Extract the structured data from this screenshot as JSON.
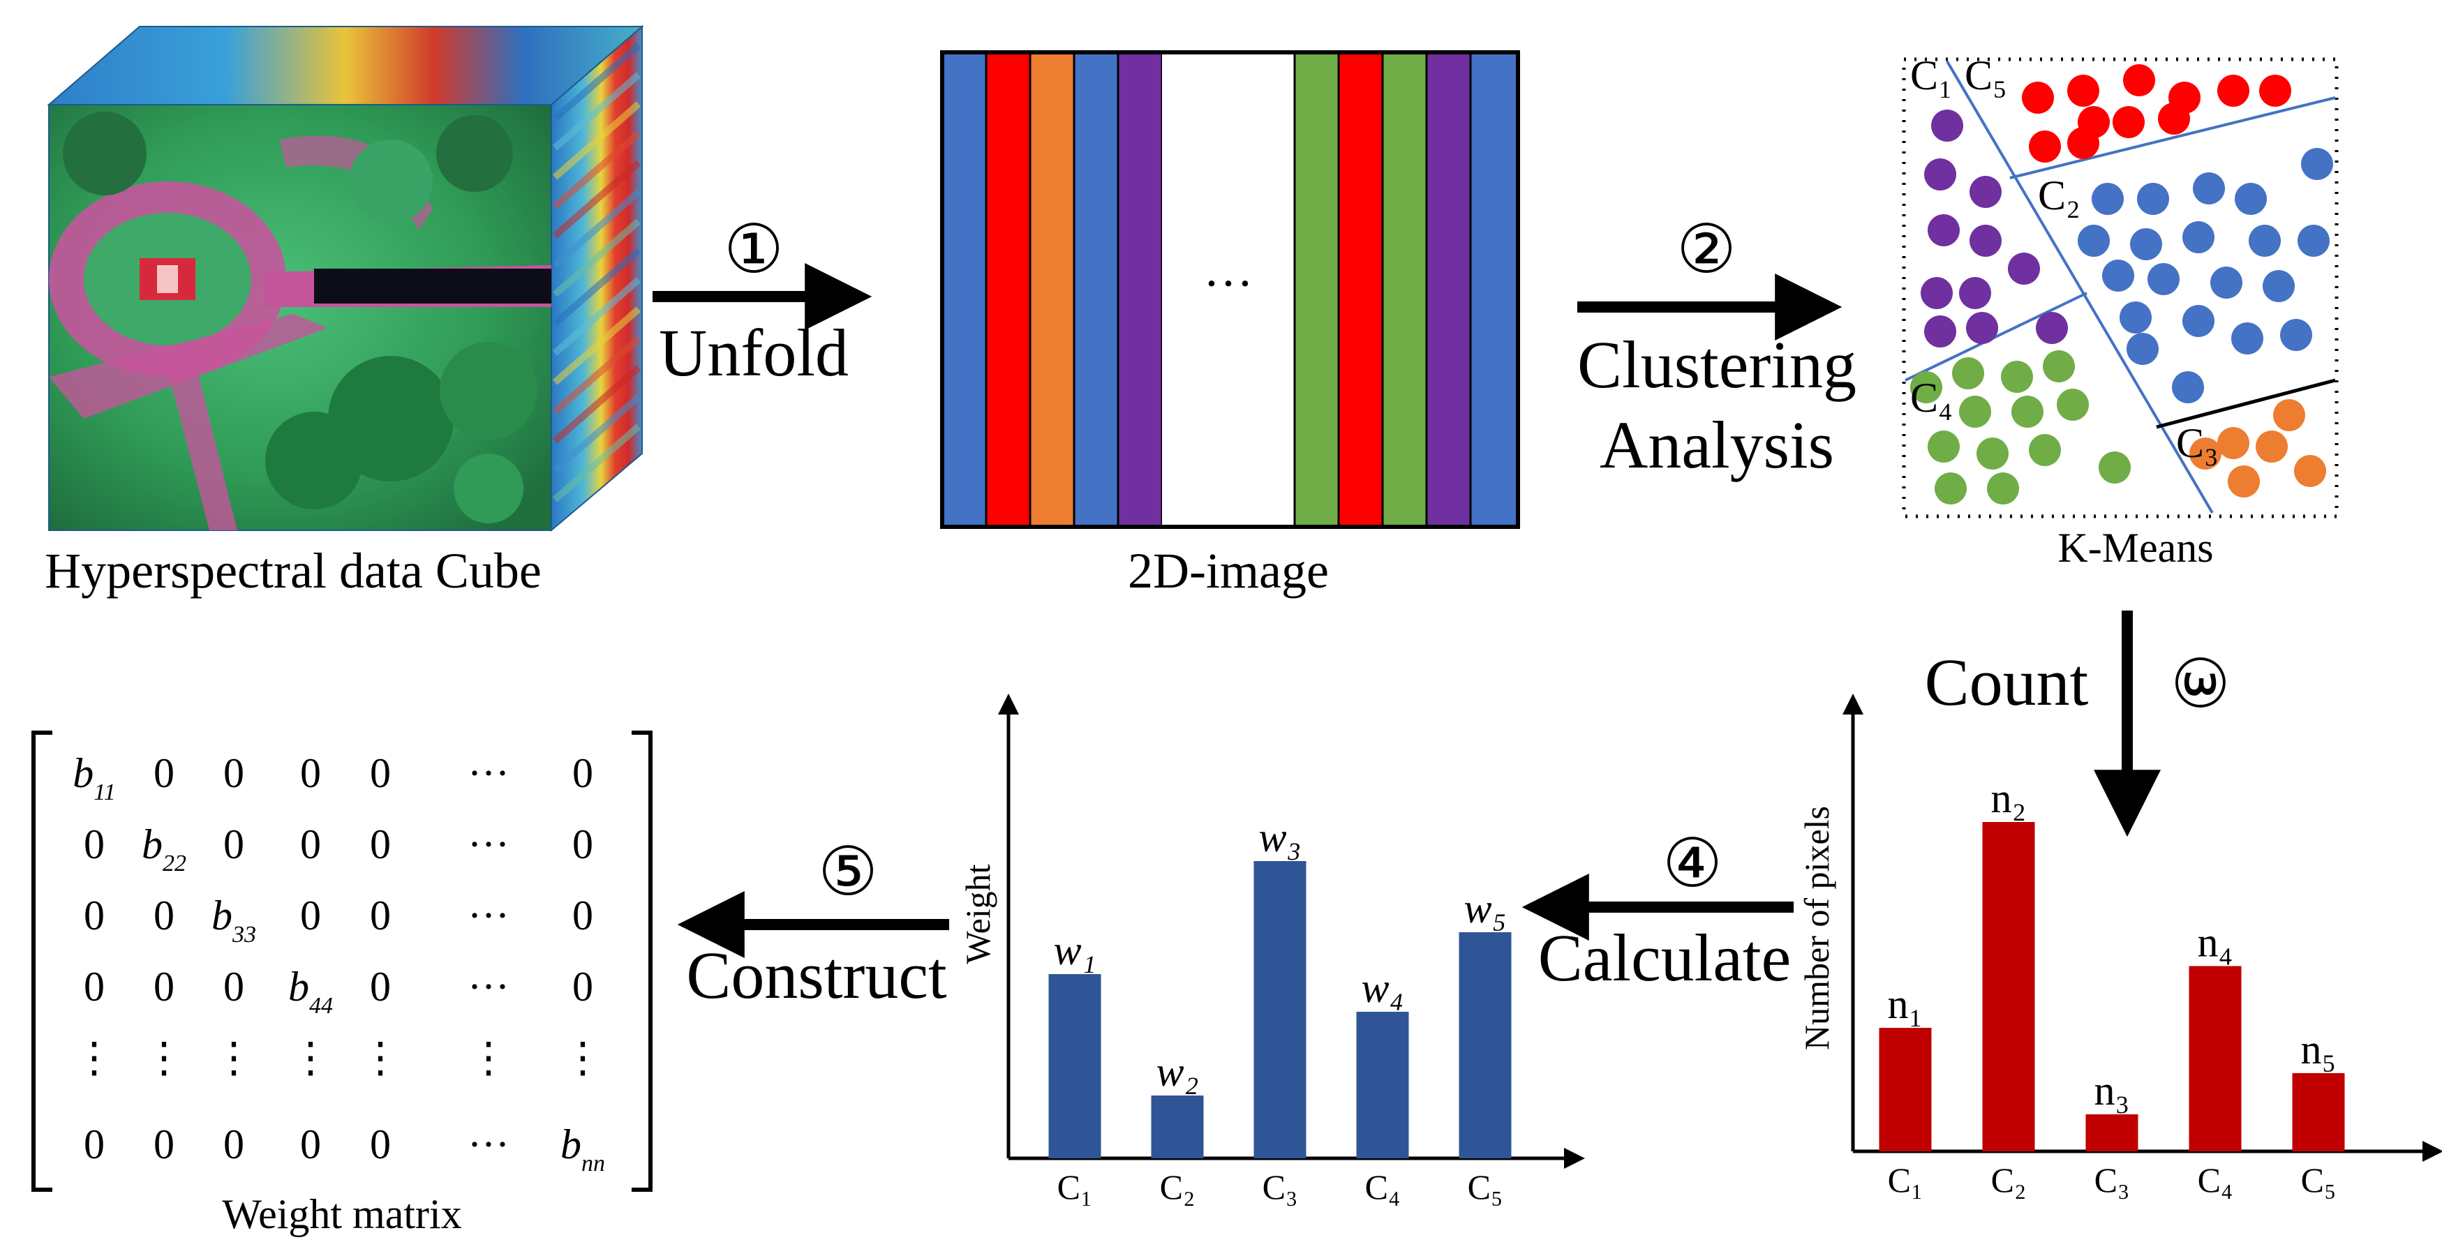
{
  "cube": {
    "caption": "Hyperspectral data Cube"
  },
  "steps": {
    "s1": {
      "num": "①",
      "label": "Unfold"
    },
    "s2": {
      "num": "②",
      "label_line1": "Clustering",
      "label_line2": "Analysis"
    },
    "s3": {
      "num": "③",
      "label": "Count"
    },
    "s4": {
      "num": "④",
      "label": "Calculate"
    },
    "s5": {
      "num": "⑤",
      "label": "Construct"
    }
  },
  "image2d": {
    "caption": "2D-image",
    "ellipsis": "···",
    "left_stripes": [
      "#4472c4",
      "#ff0000",
      "#ed7d31",
      "#4472c4",
      "#7030a0"
    ],
    "right_stripes": [
      "#70ad47",
      "#ff0000",
      "#70ad47",
      "#7030a0",
      "#4472c4"
    ]
  },
  "kmeans": {
    "caption": "K-Means",
    "labels": {
      "c1": "C₁",
      "c5": "C₅",
      "c2": "C₂",
      "c3": "C₃",
      "c4": "C₄"
    },
    "cluster_colors": {
      "c1": "#7030a0",
      "c2": "#4472c4",
      "c3": "#ed7d31",
      "c4": "#70ad47",
      "c5": "#ff0000"
    },
    "point_counts": {
      "c1": 11,
      "c2": 20,
      "c3": 6,
      "c4": 13,
      "c5": 11
    }
  },
  "chart_data": [
    {
      "type": "bar",
      "title": "",
      "ylabel": "Number of pixels",
      "xlabel": "",
      "categories": [
        "C₁",
        "C₂",
        "C₃",
        "C₄",
        "C₅"
      ],
      "value_labels": [
        "n₁",
        "n₂",
        "n₃",
        "n₄",
        "n₅"
      ],
      "values": [
        30,
        80,
        9,
        45,
        19
      ],
      "ylim": [
        0,
        100
      ],
      "color": "#c00000"
    },
    {
      "type": "bar",
      "title": "",
      "ylabel": "Weight",
      "xlabel": "",
      "categories": [
        "C₁",
        "C₂",
        "C₃",
        "C₄",
        "C₅"
      ],
      "value_labels": [
        "w₁",
        "w₂",
        "w₃",
        "w₄",
        "w₅"
      ],
      "values": [
        44,
        15,
        71,
        35,
        54
      ],
      "ylim": [
        0,
        100
      ],
      "color": "#2f5597"
    }
  ],
  "matrix": {
    "caption": "Weight matrix",
    "rows": [
      [
        "b11",
        "0",
        "0",
        "0",
        "0",
        "···",
        "0"
      ],
      [
        "0",
        "b22",
        "0",
        "0",
        "0",
        "···",
        "0"
      ],
      [
        "0",
        "0",
        "b33",
        "0",
        "0",
        "···",
        "0"
      ],
      [
        "0",
        "0",
        "0",
        "b44",
        "0",
        "···",
        "0"
      ],
      [
        "⋮",
        "⋮",
        "⋮",
        "⋮",
        "⋮",
        "⋮",
        "⋮"
      ],
      [
        "0",
        "0",
        "0",
        "0",
        "0",
        "···",
        "bnn"
      ]
    ]
  }
}
